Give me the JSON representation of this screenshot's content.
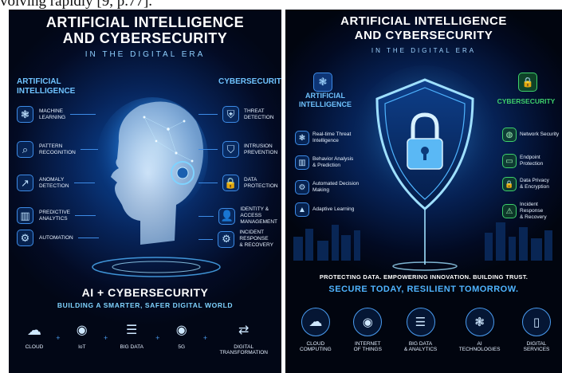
{
  "page": {
    "top_text": "volving rapidly [9, p.77]."
  },
  "left": {
    "title_line1": "ARTIFICIAL INTELLIGENCE",
    "title_line2": "AND CYBERSECURITY",
    "subtitle": "IN THE DIGITAL ERA",
    "ai_heading": "ARTIFICIAL\nINTELLIGENCE",
    "cyber_heading": "CYBERSECURITY",
    "ai_items": [
      {
        "label": "MACHINE\nLEARNING",
        "icon": "brain-icon"
      },
      {
        "label": "PATTERN\nRECOGNITION",
        "icon": "magnifier-icon"
      },
      {
        "label": "ANOMALY\nDETECTION",
        "icon": "line-chart-icon"
      },
      {
        "label": "PREDICTIVE\nANALYTICS",
        "icon": "bar-chart-icon"
      },
      {
        "label": "AUTOMATION",
        "icon": "gear-icon"
      }
    ],
    "cyber_items": [
      {
        "label": "THREAT\nDETECTION",
        "icon": "shield-search-icon"
      },
      {
        "label": "INTRUSION\nPREVENTION",
        "icon": "shield-icon"
      },
      {
        "label": "DATA\nPROTECTION",
        "icon": "lock-icon"
      },
      {
        "label": "IDENTITY & ACCESS\nMANAGEMENT",
        "icon": "user-icon"
      },
      {
        "label": "INCIDENT RESPONSE\n& RECOVERY",
        "icon": "gear-shield-icon"
      }
    ],
    "tagline": "AI + CYBERSECURITY",
    "tagline_sub": "BUILDING A SMARTER, SAFER DIGITAL WORLD",
    "bottom": [
      {
        "label": "CLOUD",
        "icon": "cloud-icon"
      },
      {
        "label": "IoT",
        "icon": "wifi-icon"
      },
      {
        "label": "BIG DATA",
        "icon": "database-icon"
      },
      {
        "label": "5G",
        "icon": "signal-icon"
      },
      {
        "label": "DIGITAL\nTRANSFORMATION",
        "icon": "transform-icon"
      }
    ],
    "colors": {
      "accent": "#3d8be6",
      "glow": "#6fc3ff"
    }
  },
  "right": {
    "title_line1": "ARTIFICIAL INTELLIGENCE",
    "title_line2": "AND CYBERSECURITY",
    "subtitle": "IN THE DIGITAL ERA",
    "ai_heading": "ARTIFICIAL\nINTELLIGENCE",
    "cyber_heading": "CYBERSECURITY",
    "ai_items": [
      {
        "label": "Real-time Threat\nIntelligence",
        "icon": "brain-icon"
      },
      {
        "label": "Behavior Analysis\n& Prediction",
        "icon": "chart-icon"
      },
      {
        "label": "Automated Decision\nMaking",
        "icon": "gear-icon"
      },
      {
        "label": "Adaptive Learning",
        "icon": "graduation-cap-icon"
      }
    ],
    "cyber_items": [
      {
        "label": "Network Security",
        "icon": "globe-icon"
      },
      {
        "label": "Endpoint Protection",
        "icon": "monitor-icon"
      },
      {
        "label": "Data Privacy\n& Encryption",
        "icon": "lock-icon"
      },
      {
        "label": "Incident Response\n& Recovery",
        "icon": "alert-icon"
      }
    ],
    "tagline": "PROTECTING DATA.  EMPOWERING INNOVATION.  BUILDING TRUST.",
    "tagline2": "SECURE TODAY, RESILIENT TOMORROW.",
    "bottom": [
      {
        "label": "CLOUD\nCOMPUTING",
        "icon": "cloud-icon"
      },
      {
        "label": "INTERNET\nOF THINGS",
        "icon": "wifi-icon"
      },
      {
        "label": "BIG DATA\n& ANALYTICS",
        "icon": "database-icon"
      },
      {
        "label": "AI\nTECHNOLOGIES",
        "icon": "brain-icon"
      },
      {
        "label": "DIGITAL\nSERVICES",
        "icon": "phone-icon"
      }
    ],
    "colors": {
      "ai_accent": "#3d8be6",
      "cyber_accent": "#3ed16b",
      "tagline2": "#4fb4ff"
    }
  }
}
